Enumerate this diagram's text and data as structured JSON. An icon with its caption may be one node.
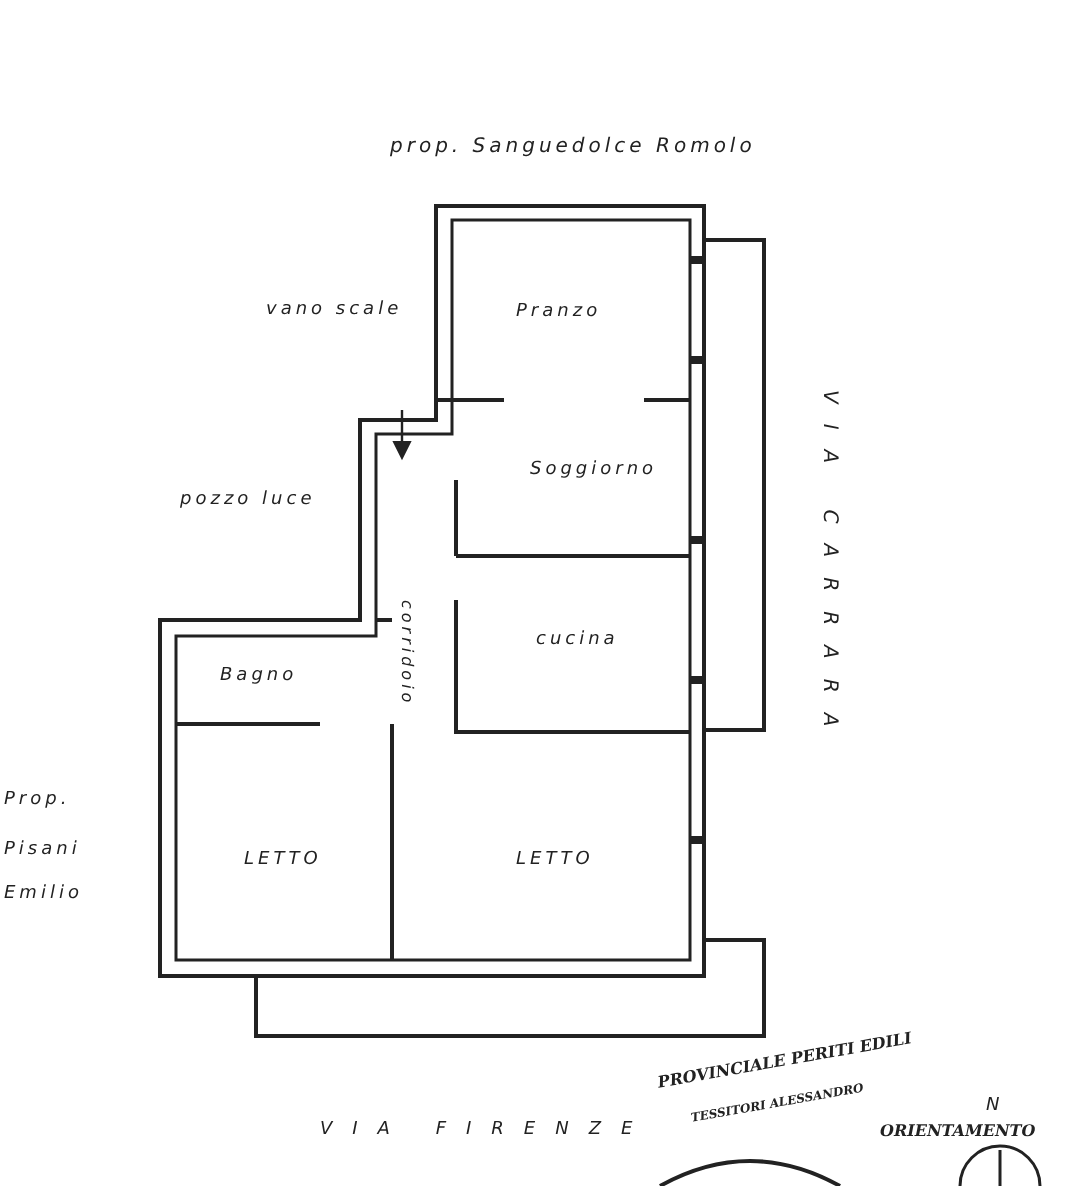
{
  "diagram": {
    "nodes": [
      {
        "text": [
          "vano scale"
        ]
      },
      {
        "text": [
          "Pranzo"
        ]
      },
      {
        "text": [
          "Soggiorno"
        ]
      },
      {
        "text": [
          "pozzo luce"
        ]
      },
      {
        "text": [
          "corridoio"
        ]
      },
      {
        "text": [
          "cucina"
        ]
      },
      {
        "text": [
          "Bagno"
        ]
      },
      {
        "text": [
          "LETTO"
        ]
      },
      {
        "text": [
          "LETTO"
        ]
      }
    ],
    "edges": [],
    "labels": [
      "prop. Sanguedolce Romolo",
      "VIA CARRARA",
      "Prop.",
      "Pisani",
      "Emilio",
      "VIA FIRENZE",
      "PROVINCIALE PERITI EDILI",
      "TESSITORI ALESSANDRO",
      "N",
      "ORIENTAMENTO"
    ]
  }
}
